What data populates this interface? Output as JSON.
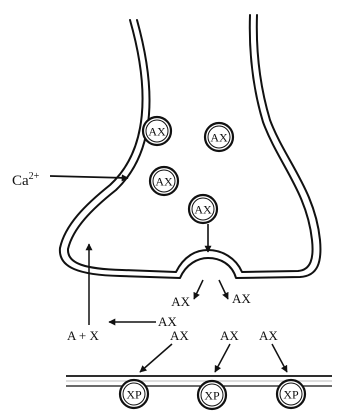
{
  "vesicle_label": "AX",
  "ion": {
    "base": "Ca",
    "charge": "2+"
  },
  "released_labels": [
    "AX",
    "AX",
    "AX"
  ],
  "receptor_label": "XP",
  "products_label": "A + X",
  "colors": {
    "stroke": "#111111",
    "background": "#ffffff",
    "postsynaptic_line_inner": "#bbbbbb"
  }
}
